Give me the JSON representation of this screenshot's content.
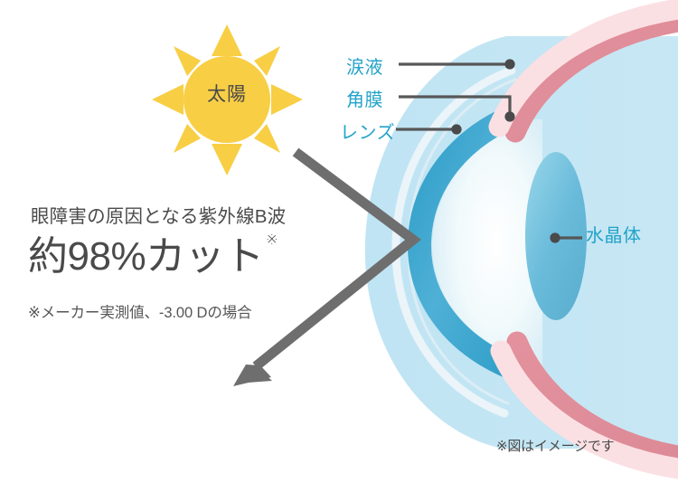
{
  "figure": {
    "type": "anatomical-infographic",
    "subject": "UV-B protection contact lens eye cross-section"
  },
  "sun": {
    "label": "太陽",
    "color": "#f8ce45",
    "ray_count": 8,
    "label_color": "#4a4a4a"
  },
  "headline": {
    "line1": "眼障害の原因となる紫外線B波",
    "big": "約98%カット",
    "big_superscript": "※",
    "footnote": "※メーカー実測値、-3.00 Dの場合",
    "text_color": "#4a4a4a"
  },
  "labels": {
    "tear": "涙液",
    "cornea": "角膜",
    "lens": "レンズ",
    "crystalline": "水晶体",
    "color": "#22a3c9",
    "leader_color": "#575757"
  },
  "disclaimer": {
    "text": "※図はイメージです",
    "color": "#4a4a4a"
  },
  "colors": {
    "sun_yellow": "#f8ce45",
    "sclera_light_blue": "#bfe4f3",
    "cornea_blue": "#3ba7d2",
    "iris_pink_pale": "#fbe0e3",
    "iris_pink_rose": "#e2919d",
    "crystalline_lens_blue": "#6fc0de",
    "arrow_gray": "#6e6e6e",
    "background": "#ffffff"
  },
  "arrow": {
    "name": "uv-ray-reflection-arrow",
    "description": "UV-B ray arrives from sun and reflects off the lens surface",
    "color": "#6e6e6e"
  }
}
